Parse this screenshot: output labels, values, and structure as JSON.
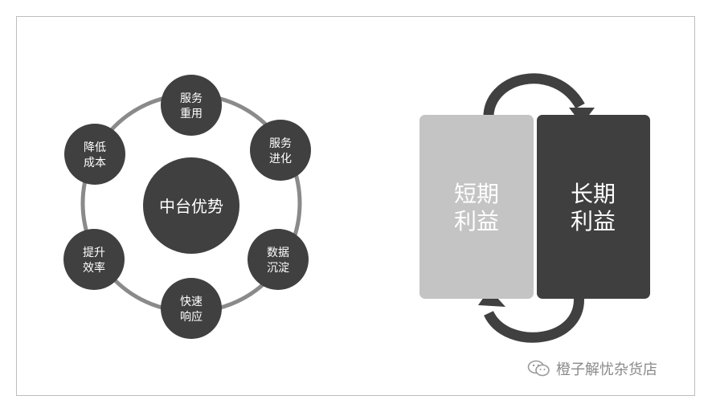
{
  "left_diagram": {
    "center": "中台优势",
    "nodes": [
      {
        "id": "node-service-reuse",
        "line1": "服务",
        "line2": "重用"
      },
      {
        "id": "node-service-evolution",
        "line1": "服务",
        "line2": "进化"
      },
      {
        "id": "node-data-accumulation",
        "line1": "数据",
        "line2": "沉淀"
      },
      {
        "id": "node-fast-response",
        "line1": "快速",
        "line2": "响应"
      },
      {
        "id": "node-improve-efficiency",
        "line1": "提升",
        "line2": "效率"
      },
      {
        "id": "node-reduce-cost",
        "line1": "降低",
        "line2": "成本"
      }
    ]
  },
  "right_diagram": {
    "short_term": {
      "line1": "短期",
      "line2": "利益"
    },
    "long_term": {
      "line1": "长期",
      "line2": "利益"
    }
  },
  "watermark": {
    "text": "橙子解忧杂货店",
    "icon": "wechat-icon"
  },
  "colors": {
    "dark": "#404040",
    "ring": "#8a8a8a",
    "light_panel": "#c4c4c4",
    "dark_panel": "#3f3f3f"
  }
}
